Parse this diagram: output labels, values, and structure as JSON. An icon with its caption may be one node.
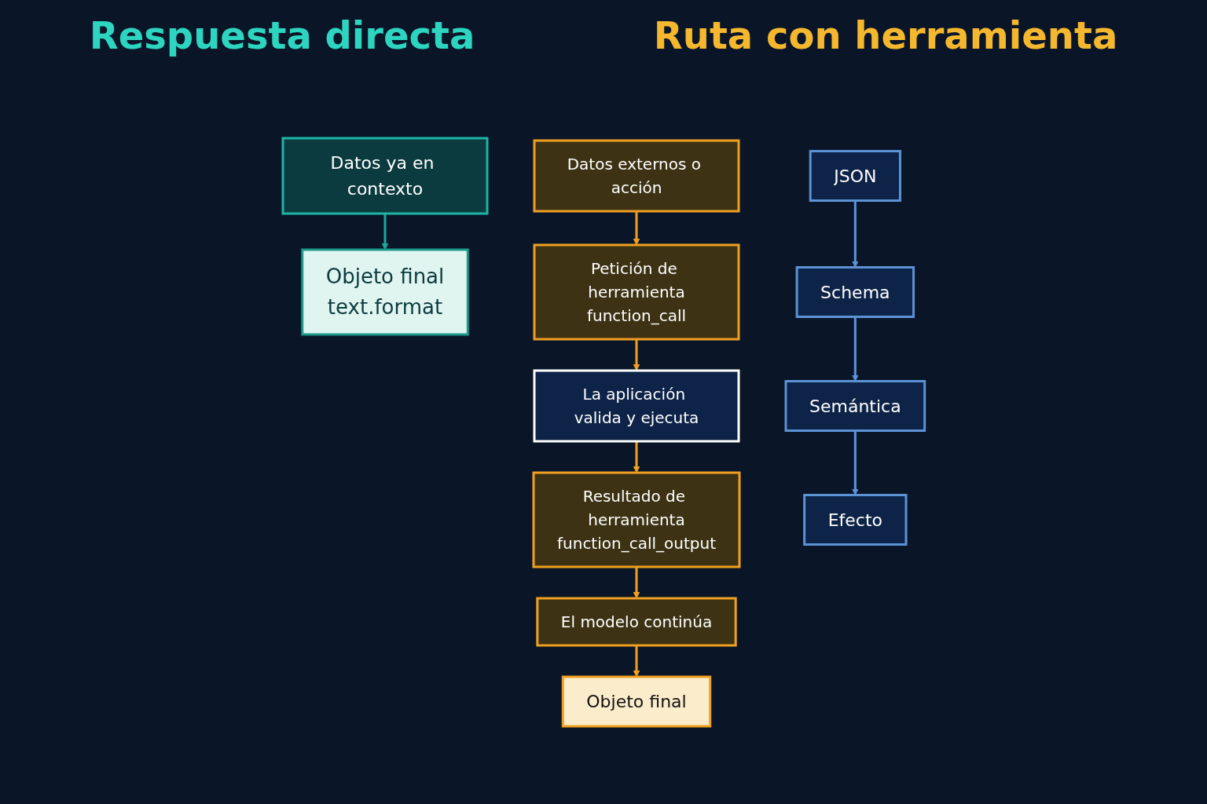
{
  "diagram": {
    "nodes": [
      {
        "text": [
          "Datos ya en contexto"
        ]
      },
      {
        "text": [
          "Objeto final",
          "text.format"
        ]
      },
      {
        "text": [
          "Datos externos o acción"
        ]
      },
      {
        "text": [
          "Petición de herramienta",
          "function_call"
        ]
      },
      {
        "text": [
          "La aplicación valida y ejecuta"
        ]
      },
      {
        "text": [
          "Resultado de herramienta",
          "function_call_output"
        ]
      },
      {
        "text": [
          "El modelo continúa"
        ]
      },
      {
        "text": [
          "Objeto final"
        ]
      },
      {
        "text": [
          "JSON"
        ]
      },
      {
        "text": [
          "Schema"
        ]
      },
      {
        "text": [
          "Semántica"
        ]
      },
      {
        "text": [
          "Efecto"
        ]
      }
    ],
    "edges": [
      {
        "from": 0,
        "to": 1,
        "arrow": "to",
        "color": "#1fa89a"
      },
      {
        "from": 2,
        "to": 3,
        "arrow": "to"
      },
      {
        "from": 3,
        "to": 4,
        "arrow": "to"
      },
      {
        "from": 4,
        "to": 5,
        "arrow": "to"
      },
      {
        "from": 5,
        "to": 6,
        "arrow": "to"
      },
      {
        "from": 6,
        "to": 7,
        "arrow": "to"
      },
      {
        "from": 8,
        "to": 9,
        "arrow": "to",
        "color": "#5b93d6"
      },
      {
        "from": 9,
        "to": 10,
        "arrow": "to",
        "color": "#5b93d6"
      },
      {
        "from": 10,
        "to": 11,
        "arrow": "to",
        "color": "#5b93d6"
      }
    ],
    "labels": [
      "Respuesta directa",
      "Ruta con herramienta"
    ]
  }
}
